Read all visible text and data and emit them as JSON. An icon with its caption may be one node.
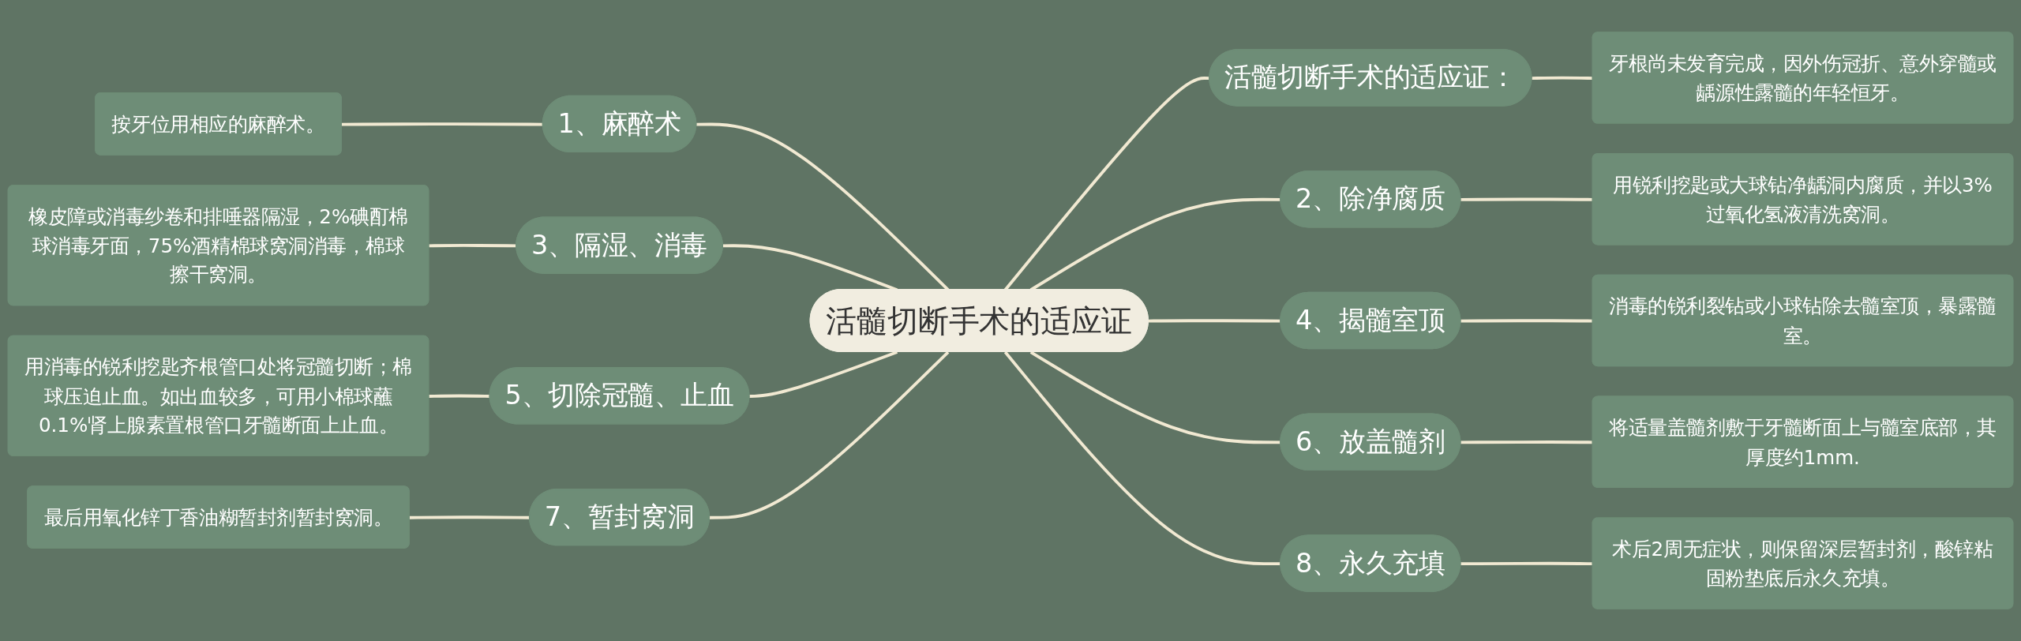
{
  "diagram": {
    "nodes": [
      {
        "text": [
          "活髓切断手术的适应证"
        ]
      },
      {
        "text": [
          "活髓切断手术的适应证："
        ]
      },
      {
        "text": [
          "牙根尚未发育完成，因外伤冠折、意外穿髓或龋源性露髓的年轻恒牙。"
        ]
      },
      {
        "text": [
          "1、麻醉术"
        ]
      },
      {
        "text": [
          "按牙位用相应的麻醉术。"
        ]
      },
      {
        "text": [
          "2、除净腐质"
        ]
      },
      {
        "text": [
          "用锐利挖匙或大球钻净龋洞内腐质，并以3%过氧化氢液清洗窝洞。"
        ]
      },
      {
        "text": [
          "3、隔湿、消毒"
        ]
      },
      {
        "text": [
          "橡皮障或消毒纱卷和排唾器隔湿，2%碘酊棉球消毒牙面，75%酒精棉球窝洞消毒，棉球擦干窝洞。"
        ]
      },
      {
        "text": [
          "4、揭髓室顶"
        ]
      },
      {
        "text": [
          "消毒的锐利裂钻或小球钻除去髓室顶，暴露髓室。"
        ]
      },
      {
        "text": [
          "5、切除冠髓、止血"
        ]
      },
      {
        "text": [
          "用消毒的锐利挖匙齐根管口处将冠髓切断；棉球压迫止血。如出血较多，可用小棉球蘸0.1%肾上腺素置根管口牙髓断面上止血。"
        ]
      },
      {
        "text": [
          "6、放盖髓剂"
        ]
      },
      {
        "text": [
          "将适量盖髓剂敷于牙髓断面上与髓室底部，其厚度约1mm."
        ]
      },
      {
        "text": [
          "7、暂封窝洞"
        ]
      },
      {
        "text": [
          "最后用氧化锌丁香油糊暂封剂暂封窝洞。"
        ]
      },
      {
        "text": [
          "8、永久充填"
        ]
      },
      {
        "text": [
          "术后2周无症状，则保留深层暂封剂，酸锌粘固粉垫底后永久充填。"
        ]
      }
    ],
    "edges": [
      {
        "from": 0,
        "to": 1,
        "arrow": "none"
      },
      {
        "from": 1,
        "to": 2,
        "arrow": "none"
      },
      {
        "from": 0,
        "to": 3,
        "arrow": "none"
      },
      {
        "from": 3,
        "to": 4,
        "arrow": "none"
      },
      {
        "from": 0,
        "to": 5,
        "arrow": "none"
      },
      {
        "from": 5,
        "to": 6,
        "arrow": "none"
      },
      {
        "from": 0,
        "to": 7,
        "arrow": "none"
      },
      {
        "from": 7,
        "to": 8,
        "arrow": "none"
      },
      {
        "from": 0,
        "to": 9,
        "arrow": "none"
      },
      {
        "from": 9,
        "to": 10,
        "arrow": "none"
      },
      {
        "from": 0,
        "to": 11,
        "arrow": "none"
      },
      {
        "from": 11,
        "to": 12,
        "arrow": "none"
      },
      {
        "from": 0,
        "to": 13,
        "arrow": "none"
      },
      {
        "from": 13,
        "to": 14,
        "arrow": "none"
      },
      {
        "from": 0,
        "to": 15,
        "arrow": "none"
      },
      {
        "from": 15,
        "to": 16,
        "arrow": "none"
      },
      {
        "from": 0,
        "to": 17,
        "arrow": "none"
      },
      {
        "from": 17,
        "to": 18,
        "arrow": "none"
      }
    ]
  }
}
